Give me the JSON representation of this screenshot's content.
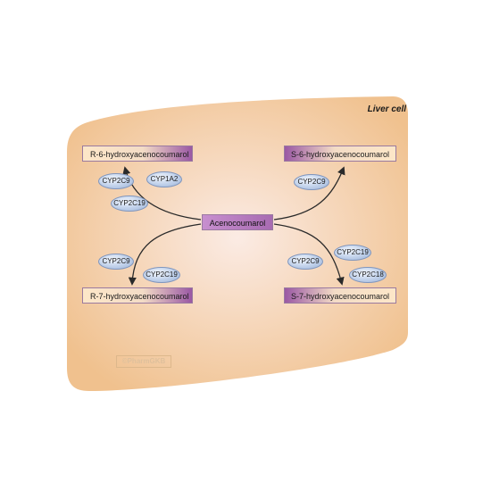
{
  "cell": {
    "label": "Liver cell"
  },
  "center": {
    "label": "Acenocoumarol"
  },
  "metabolites": {
    "r6": "R-6-hydroxyacenocoumarol",
    "s6": "S-6-hydroxyacenocoumarol",
    "r7": "R-7-hydroxyacenocoumarol",
    "s7": "S-7-hydroxyacenocoumarol"
  },
  "enzymes": {
    "r6_a": "CYP2C9",
    "r6_b": "CYP1A2",
    "r6_c": "CYP2C19",
    "s6_a": "CYP2C9",
    "r7_a": "CYP2C9",
    "r7_b": "CYP2C19",
    "s7_a": "CYP2C9",
    "s7_b": "CYP2C19",
    "s7_c": "CYP2C18"
  },
  "watermark": "©PharmGKB",
  "colors": {
    "cell_fill": "#f3c89a",
    "cell_center": "#fbe9e0",
    "enzyme_fill": "#bfd0ea",
    "metabolite_accent": "#9a58a4",
    "arrow": "#2a2a2a"
  }
}
